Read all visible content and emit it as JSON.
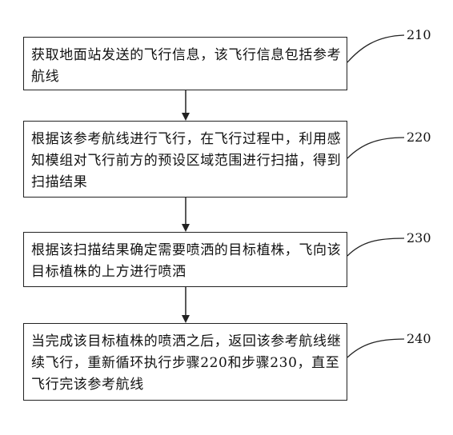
{
  "steps": [
    {
      "ref": "210",
      "text": "获取地面站发送的飞行信息，该飞行信息包括参考航线"
    },
    {
      "ref": "220",
      "text": "根据该参考航线进行飞行，在飞行过程中，利用感知模组对飞行前方的预设区域范围进行扫描，得到扫描结果"
    },
    {
      "ref": "230",
      "text": "根据该扫描结果确定需要喷洒的目标植株，飞向该目标植株的上方进行喷洒"
    },
    {
      "ref": "240",
      "text": "当完成该目标植株的喷洒之后，返回该参考航线继续飞行，重新循环执行步骤220和步骤230，直至飞行完该参考航线"
    }
  ]
}
